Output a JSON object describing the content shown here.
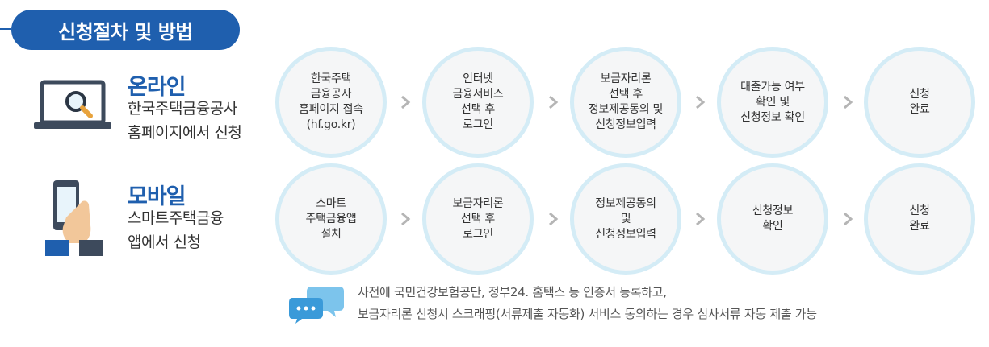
{
  "title": "신청절차 및 방법",
  "online": {
    "title": "온라인",
    "desc_line1": "한국주택금융공사",
    "desc_line2": "홈페이지에서 신청",
    "icon": "laptop-search-icon",
    "steps": [
      "한국주택\n금융공사\n홈페이지 접속\n(hf.go.kr)",
      "인터넷\n금융서비스\n선택 후\n로그인",
      "보금자리론\n선택 후\n정보제공동의 및\n신청정보입력",
      "대출가능 여부\n확인 및\n신청정보 확인",
      "신청\n완료"
    ]
  },
  "mobile": {
    "title": "모바일",
    "desc_line1": "스마트주택금융",
    "desc_line2": "앱에서 신청",
    "icon": "smartphone-hand-icon",
    "steps": [
      "스마트\n주택금융앱\n설치",
      "보금자리론\n선택 후\n로그인",
      "정보제공동의\n및\n신청정보입력",
      "신청정보\n확인",
      "신청\n완료"
    ]
  },
  "note": {
    "icon": "chat-bubbles-icon",
    "line1": "사전에 국민건강보험공단, 정부24. 홈택스 등 인증서 등록하고,",
    "line2": "보금자리론 신청시 스크래핑(서류제출 자동화) 서비스 동의하는 경우 심사서류 자동 제출 가능"
  },
  "colors": {
    "primary": "#1f5fae",
    "circle_border": "#d4ecf6",
    "circle_fill": "#f5f6f7",
    "chevron": "#b5b5b5",
    "bubble_blue": "#3a9ad9",
    "bubble_light": "#7cc4ec"
  }
}
